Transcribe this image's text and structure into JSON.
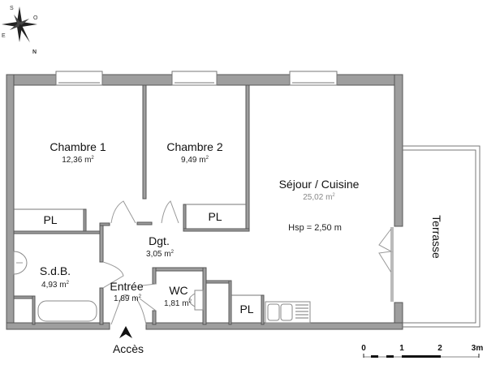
{
  "compass": {
    "labels": [
      "N",
      "S",
      "E",
      "O"
    ]
  },
  "rooms": [
    {
      "id": "chambre1",
      "name": "Chambre 1",
      "area": "12,36",
      "unit": "m",
      "sup": "2"
    },
    {
      "id": "chambre2",
      "name": "Chambre 2",
      "area": "9,49",
      "unit": "m",
      "sup": "2"
    },
    {
      "id": "sejour",
      "name": "Séjour / Cuisine",
      "area": "25,02",
      "unit": "m",
      "sup": "2"
    },
    {
      "id": "dgt",
      "name": "Dgt.",
      "area": "3,05",
      "unit": "m",
      "sup": "2"
    },
    {
      "id": "sdb",
      "name": "S.d.B.",
      "area": "4,93",
      "unit": "m",
      "sup": "2"
    },
    {
      "id": "entree",
      "name": "Entrée",
      "area": "1,89",
      "unit": "m",
      "sup": "2"
    },
    {
      "id": "wc",
      "name": "WC",
      "area": "1,81",
      "unit": "m",
      "sup": "2"
    }
  ],
  "closets": [
    "PL",
    "PL",
    "PL"
  ],
  "terrace": "Terrasse",
  "ceiling_height": "Hsp = 2,50 m",
  "access": "Accès",
  "scale": {
    "ticks": [
      "0",
      "1",
      "2",
      "3m"
    ]
  },
  "colors": {
    "wall": "#9e9e9e",
    "outline": "#555555",
    "fixture": "#8a8a8a"
  }
}
